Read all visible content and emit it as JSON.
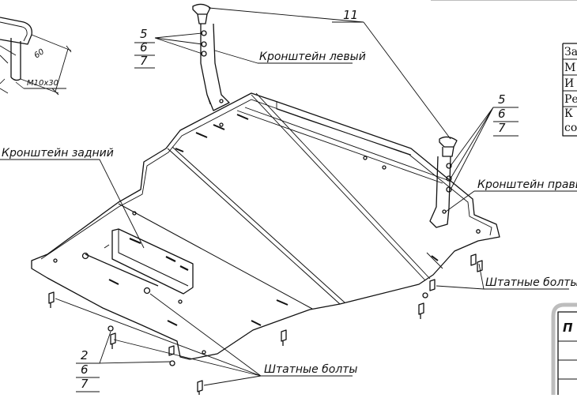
{
  "callouts": {
    "bracket_left": "Кронштейн левый",
    "bracket_right": "Кронштейн правый",
    "bracket_rear": "Кронштейн задний",
    "bolts_right": "Штатные болты",
    "bolts_bottom": "Штатные болты",
    "item_11": "11",
    "stack_left": [
      "5",
      "6",
      "7"
    ],
    "stack_right": [
      "5",
      "6",
      "7"
    ],
    "stack_bottom": [
      "2",
      "6",
      "7"
    ]
  },
  "detail": {
    "dim_length": "60",
    "bolt_spec": "M10x30"
  },
  "title_block": {
    "rows": [
      "За",
      "М",
      "И",
      "Ре",
      "К",
      "со"
    ]
  },
  "corner_box": {
    "letter": "П"
  },
  "colors": {
    "line": "#111111",
    "paper": "#ffffff",
    "frame_gray": "#bdbdbd"
  }
}
